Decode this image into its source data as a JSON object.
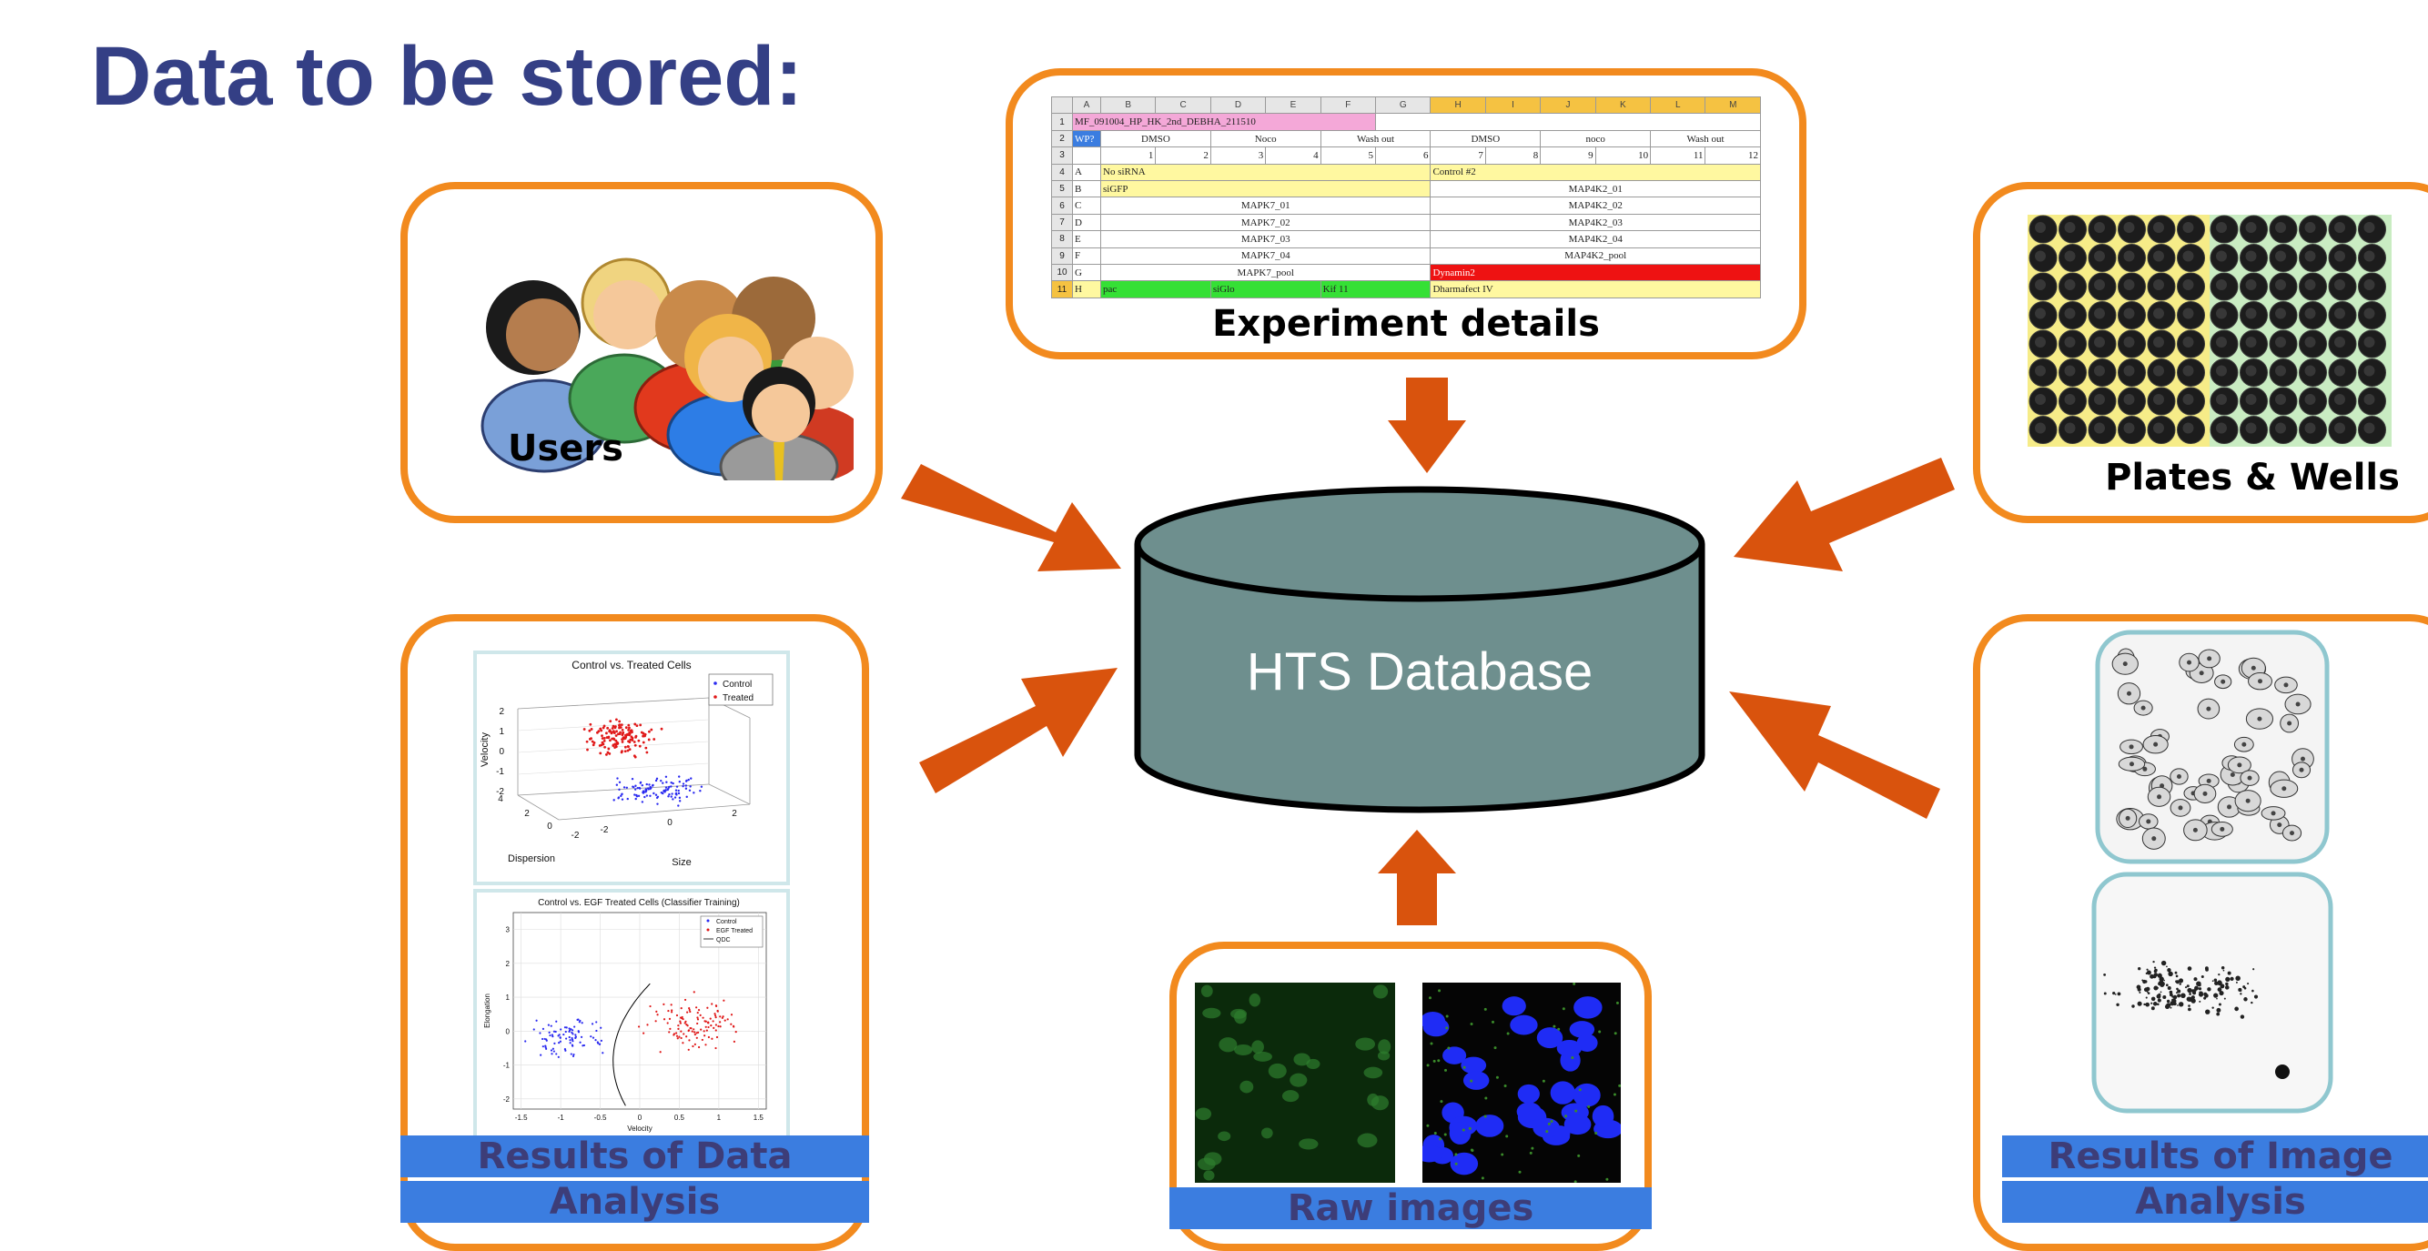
{
  "title": "Data to be stored:",
  "database": {
    "label": "HTS Database",
    "fill": "#6e8f8e"
  },
  "colors": {
    "card_border": "#f28a1e",
    "arrow": "#d9530d",
    "title": "#343f85",
    "thumb_border": "#9fd1d8"
  },
  "cards": {
    "users": {
      "label": "Users",
      "icon": "users-group-icon"
    },
    "experiment": {
      "label": "Experiment details"
    },
    "plates": {
      "label": "Plates & Wells"
    },
    "data_analysis": {
      "label_line1": "Results of Data",
      "label_line2": "Analysis"
    },
    "raw_images": {
      "label": "Raw images"
    },
    "image_analysis": {
      "label_line1": "Results of Image",
      "label_line2": "Analysis"
    }
  },
  "spreadsheet": {
    "col_headers": [
      "",
      "A",
      "B",
      "C",
      "D",
      "E",
      "F",
      "G",
      "H",
      "I",
      "J",
      "K",
      "L",
      "M"
    ],
    "row1_title": "MF_091004_HP_HK_2nd_DEBHA_211510",
    "row2": [
      "WP?",
      "DMSO",
      "Noco",
      "Wash out",
      "DMSO",
      "noco",
      "Wash out"
    ],
    "row3_numbers": [
      "1",
      "2",
      "3",
      "4",
      "5",
      "6",
      "7",
      "8",
      "9",
      "10",
      "11",
      "12"
    ],
    "rows": [
      {
        "n": "4",
        "letter": "A",
        "left": "No siRNA",
        "right": "Control #2"
      },
      {
        "n": "5",
        "letter": "B",
        "left": "siGFP",
        "right": "MAP4K2_01"
      },
      {
        "n": "6",
        "letter": "C",
        "left": "MAPK7_01",
        "right": "MAP4K2_02"
      },
      {
        "n": "7",
        "letter": "D",
        "left": "MAPK7_02",
        "right": "MAP4K2_03"
      },
      {
        "n": "8",
        "letter": "E",
        "left": "MAPK7_03",
        "right": "MAP4K2_04"
      },
      {
        "n": "9",
        "letter": "F",
        "left": "MAPK7_04",
        "right": "MAP4K2_pool"
      },
      {
        "n": "10",
        "letter": "G",
        "left": "MAPK7_pool",
        "right": "Dynamin2"
      }
    ],
    "row11": {
      "n": "11",
      "letter": "H",
      "a": "pac",
      "b": "siGlo",
      "c": "Kif 11",
      "d": "Dharmafect IV"
    }
  },
  "chart_data": [
    {
      "type": "scatter",
      "title": "Control vs. Treated Cells",
      "legend": [
        "Control",
        "Treated"
      ],
      "zlabel": "Velocity",
      "xlabel": "Dispersion",
      "ylabel": "Size",
      "z_ticks": [
        "2",
        "1",
        "0",
        "-1",
        "-2"
      ],
      "x_ticks": [
        "4",
        "2",
        "0",
        "-2"
      ],
      "y_ticks": [
        "-2",
        "0",
        "2"
      ],
      "legend_position": "top-right",
      "series_colors": [
        "#2a2af0",
        "#e01818"
      ]
    },
    {
      "type": "scatter",
      "title": "Control vs. EGF Treated Cells (Classifier Training)",
      "legend": [
        "Control",
        "EGF Treated",
        "QDC"
      ],
      "xlabel": "Velocity",
      "ylabel": "Elongation",
      "x_ticks": [
        "-1.5",
        "-1",
        "-0.5",
        "0",
        "0.5",
        "1",
        "1.5"
      ],
      "y_ticks": [
        "3",
        "2",
        "1",
        "0",
        "-1",
        "-2"
      ],
      "xlim": [
        -1.6,
        1.6
      ],
      "ylim": [
        -2.3,
        3.5
      ],
      "legend_position": "top-right",
      "grid": true,
      "series_colors": [
        "#2a2af0",
        "#e01818",
        "#000000"
      ]
    }
  ]
}
